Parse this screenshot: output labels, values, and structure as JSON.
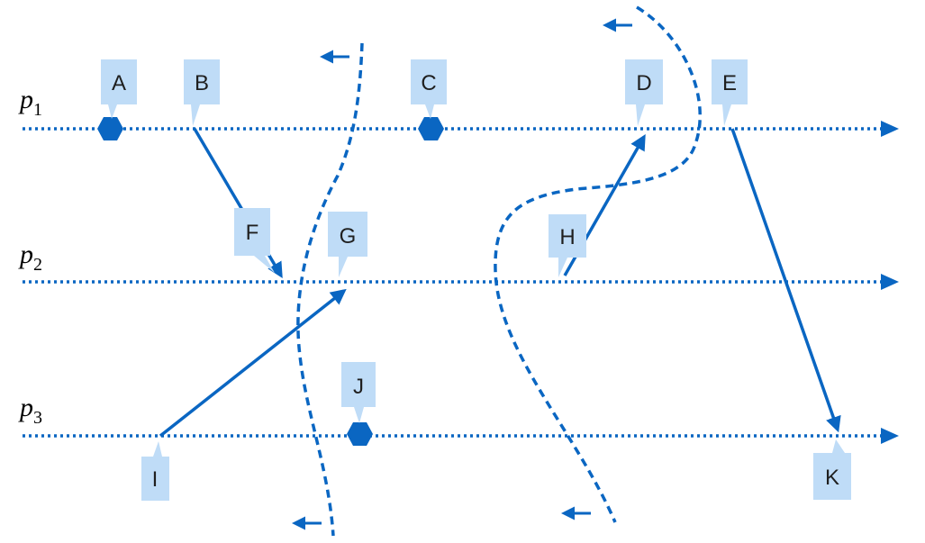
{
  "colors": {
    "line": "#0a66c2",
    "label_fill": "#bfdcf7",
    "label_text": "#1f1f1f"
  },
  "processes": [
    {
      "name": "p",
      "sub": "1"
    },
    {
      "name": "p",
      "sub": "2"
    },
    {
      "name": "p",
      "sub": "3"
    }
  ],
  "events": [
    "A",
    "B",
    "C",
    "D",
    "E",
    "F",
    "G",
    "H",
    "I",
    "J",
    "K"
  ],
  "messages": [
    {
      "from": "B",
      "to": "F"
    },
    {
      "from": "I",
      "to": "G"
    },
    {
      "from": "H",
      "to": "D"
    },
    {
      "from": "E",
      "to": "K"
    }
  ],
  "local_events": [
    "A",
    "C",
    "J"
  ],
  "cuts": [
    {
      "style": "dashed",
      "direction": "left"
    },
    {
      "style": "dashed",
      "direction": "left"
    }
  ]
}
